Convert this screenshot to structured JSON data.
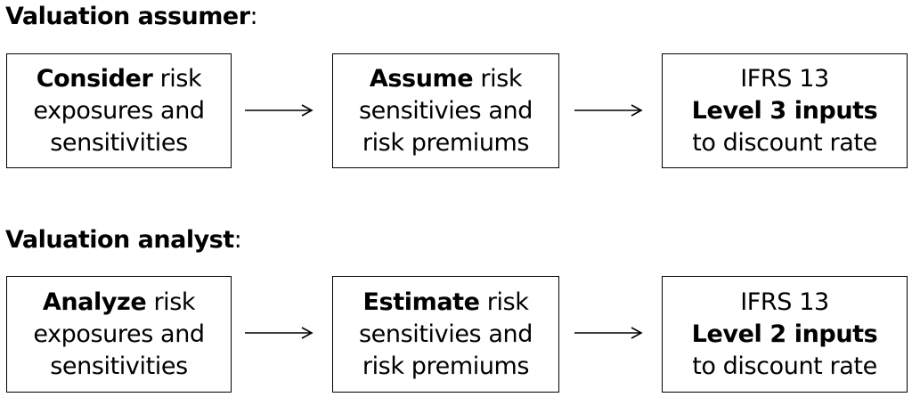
{
  "sections": [
    {
      "title_bold": "Valuation assumer",
      "title_rest": ":",
      "boxes": [
        {
          "line1_bold": "Consider",
          "line1_rest": " risk",
          "line2": "exposures and",
          "line3": "sensitivities"
        },
        {
          "line1_bold": "Assume",
          "line1_rest": " risk",
          "line2": "sensitivies and",
          "line3": "risk premiums"
        },
        {
          "line1": "IFRS 13",
          "line2_bold": "Level 3 inputs",
          "line3": "to discount rate"
        }
      ]
    },
    {
      "title_bold": "Valuation analyst",
      "title_rest": ":",
      "boxes": [
        {
          "line1_bold": "Analyze",
          "line1_rest": " risk",
          "line2": "exposures and",
          "line3": "sensitivities"
        },
        {
          "line1_bold": "Estimate",
          "line1_rest": " risk",
          "line2": "sensitivies and",
          "line3": "risk premiums"
        },
        {
          "line1": "IFRS 13",
          "line2_bold": "Level 2 inputs",
          "line3": "to discount rate"
        }
      ]
    }
  ]
}
